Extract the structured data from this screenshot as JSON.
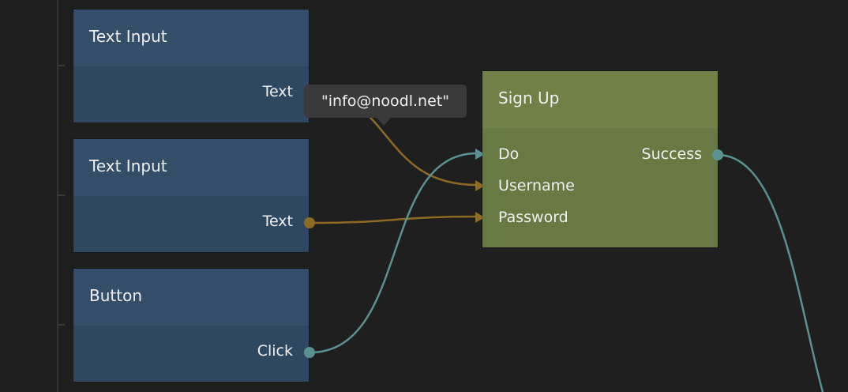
{
  "colors": {
    "background": "#1f1f1f",
    "node_blue": "#344d69",
    "node_green": "#718047",
    "wire_string": "#8e6a25",
    "wire_signal": "#5a9292"
  },
  "nodes": [
    {
      "title": "Text Input",
      "output": "Text"
    },
    {
      "title": "Text Input",
      "output": "Text"
    },
    {
      "title": "Button",
      "output": "Click"
    }
  ],
  "signup": {
    "title": "Sign Up",
    "inputs": [
      "Do",
      "Username",
      "Password"
    ],
    "output": "Success"
  },
  "tooltip": {
    "value": "\"info@noodl.net\""
  }
}
